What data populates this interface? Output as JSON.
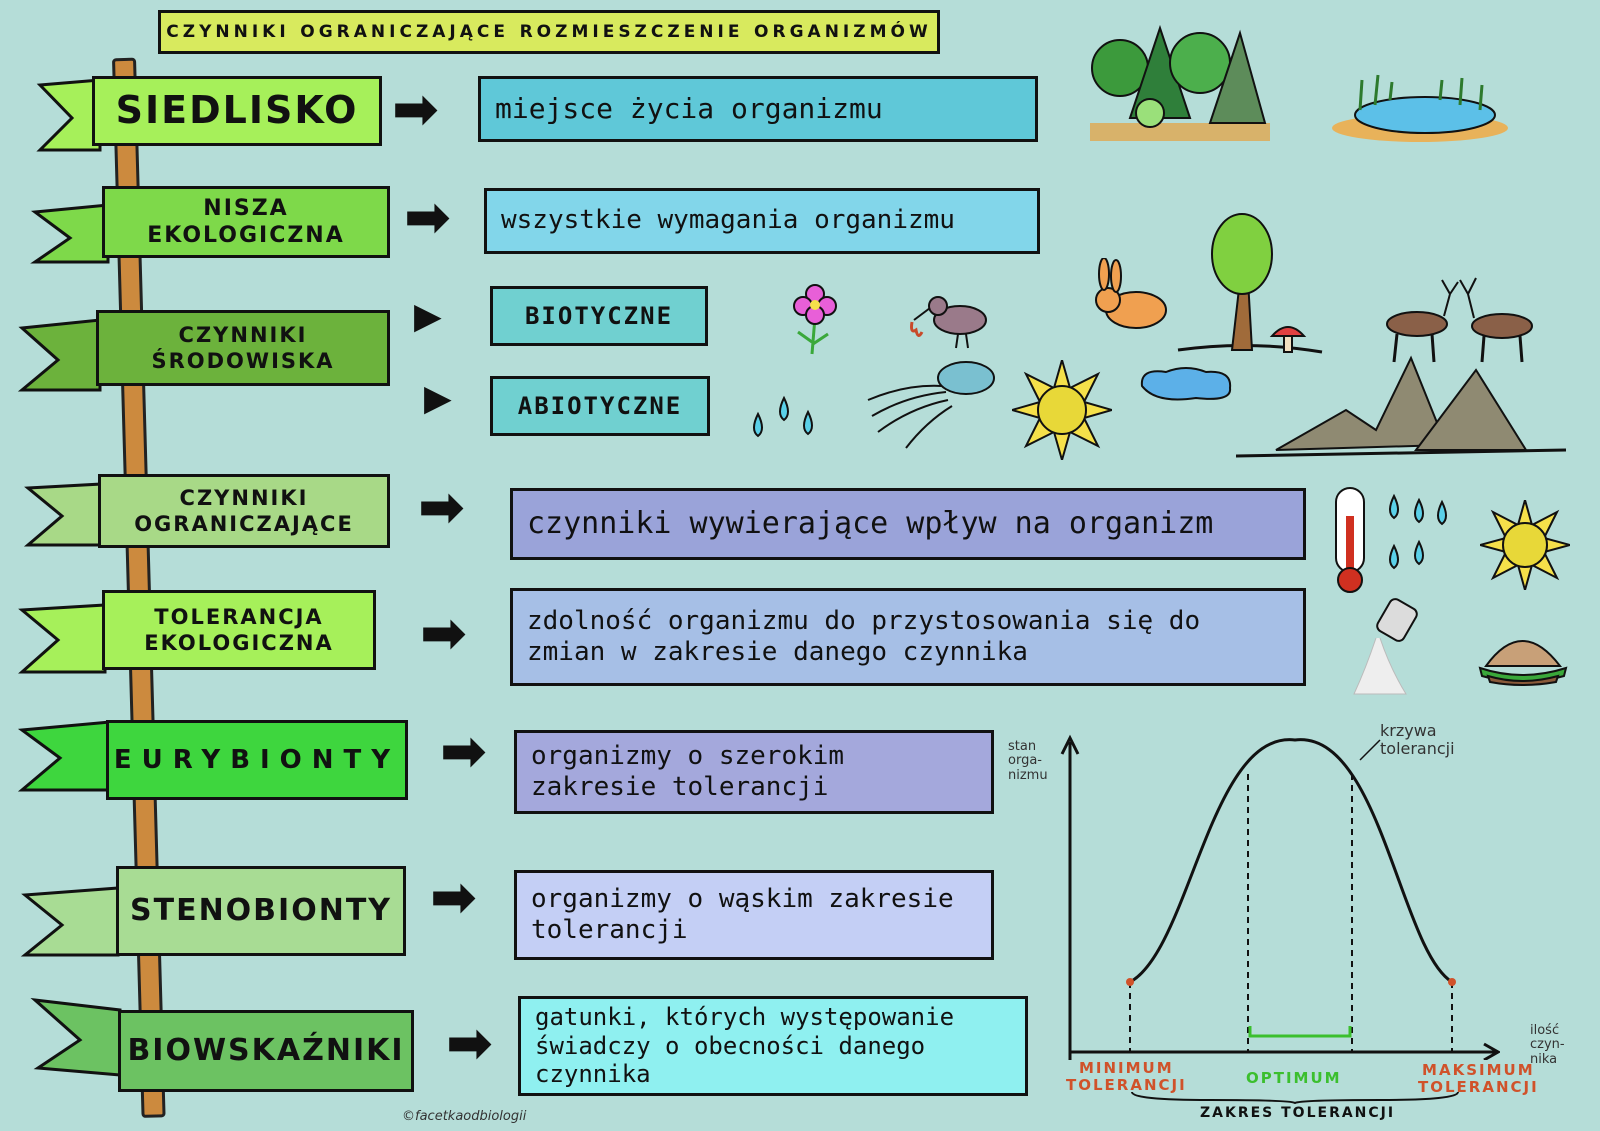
{
  "title": "CZYNNIKI OGRANICZAJĄCE ROZMIESZCZENIE ORGANIZMÓW",
  "title_words": [
    "CZYNNIKI",
    "OGRANICZAJĄCE",
    "ROZMIESZCZENIE",
    "ORGANIZMÓW"
  ],
  "rows": [
    {
      "label": "SIEDLISKO",
      "definition": "miejsce życia organizmu",
      "flag_color": "#a6f05a",
      "box_color": "#5fc8d8"
    },
    {
      "label": "NISZA\nEKOLOGICZNA",
      "definition": "wszystkie wymagania organizmu",
      "flag_color": "#7ed94a",
      "box_color": "#82d6ea"
    },
    {
      "label": "CZYNNIKI\nŚRODOWISKA",
      "flag_color": "#6cb23c"
    },
    {
      "label": "CZYNNIKI\nOGRANICZAJĄCE",
      "definition": "czynniki wywierające wpływ na organizm",
      "flag_color": "#a8d987",
      "box_color": "#9aa3d9"
    },
    {
      "label": "TOLERANCJA\nEKOLOGICZNA",
      "definition": "zdolność organizmu do przystosowania się do zmian w zakresie danego czynnika",
      "flag_color": "#a6f05a",
      "box_color": "#a6bfe6"
    },
    {
      "label": "EURYBIONTY",
      "definition": "organizmy o szerokim zakresie tolerancji",
      "flag_color": "#3ed63e",
      "box_color": "#a4a8dc"
    },
    {
      "label": "STENOBIONTY",
      "definition": "organizmy o wąskim zakresie tolerancji",
      "flag_color": "#a8dc94",
      "box_color": "#c4cff5"
    },
    {
      "label": "BIOWSKAŹNIKI",
      "definition": "gatunki, których występowanie świadczy o obecności danego czynnika",
      "flag_color": "#6cc262",
      "box_color": "#8ff0f0"
    }
  ],
  "factors": {
    "biotic": "BIOTYCZNE",
    "abiotic": "ABIOTYCZNE",
    "box_color": "#70d0d0"
  },
  "chart": {
    "y_label": "stan\norga-\nnizmu",
    "x_label": "ilość\nczyn-\nnika",
    "curve_label": "krzywa\ntolerancji",
    "minimum": "MINIMUM\nTOLERANCJI",
    "optimum": "OPTIMUM",
    "maximum": "MAKSIMUM\nTOLERANCJI",
    "range": "ZAKRES TOLERANCJI",
    "min_color": "#d0522a",
    "opt_color": "#3bbf2e"
  },
  "credit": "©facetkaodbiologii",
  "icons": [
    "forest-icon",
    "lake-icon",
    "flower-icon",
    "bird-icon",
    "rabbit-icon",
    "tree-icon",
    "mushroom-icon",
    "deer-icon",
    "mountains-icon",
    "water-drops-icon",
    "wind-cloud-icon",
    "sun-icon",
    "thermometer-icon",
    "salt-shaker-icon",
    "food-icon"
  ]
}
